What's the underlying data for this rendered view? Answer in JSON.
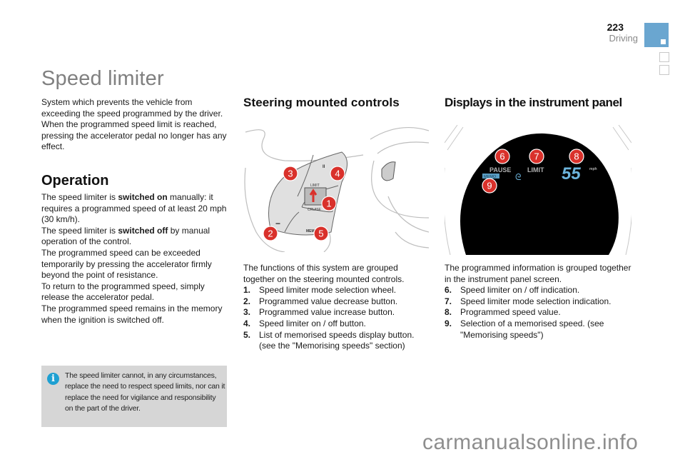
{
  "header": {
    "page_number": "223",
    "section": "Driving",
    "accent_color": "#6aa6d0"
  },
  "title": "Speed limiter",
  "intro": "System which prevents the vehicle from exceeding the speed programmed by the driver. When the programmed speed limit is reached, pressing the accelerator pedal no longer has any effect.",
  "operation": {
    "heading": "Operation",
    "p1_a": "The speed limiter is ",
    "p1_bold": "switched on",
    "p1_b": " manually: it requires a programmed speed of at least 20 mph (30 km/h).",
    "p2_a": "The speed limiter is ",
    "p2_bold": "switched off",
    "p2_b": " by manual operation of the control.",
    "p3": "The programmed speed can be exceeded temporarily by pressing the accelerator firmly beyond the point of resistance.",
    "p4": "To return to the programmed speed, simply release the accelerator pedal.",
    "p5": "The programmed speed remains in the memory when the ignition is switched off."
  },
  "note": {
    "icon": "info-icon",
    "icon_glyph": "i",
    "text": "The speed limiter cannot, in any circumstances, replace the need to respect speed limits, nor can it replace the need for vigilance and responsibility on the part of the driver."
  },
  "steering": {
    "heading": "Steering mounted controls",
    "figure": {
      "callouts": [
        "1",
        "2",
        "3",
        "4",
        "5"
      ],
      "labels": {
        "plus": "+",
        "minus": "−",
        "pause": "II",
        "mem": "MEM",
        "limit": "LIMIT",
        "cruise": "CRUISE"
      }
    },
    "intro": "The functions of this system are grouped together on the steering mounted controls.",
    "items": [
      {
        "num": "1.",
        "text": "Speed limiter mode selection wheel."
      },
      {
        "num": "2.",
        "text": "Programmed value decrease button."
      },
      {
        "num": "3.",
        "text": "Programmed value increase button."
      },
      {
        "num": "4.",
        "text": "Speed limiter on / off button."
      },
      {
        "num": "5.",
        "text": "List of memorised speeds display button. (see the \"Memorising speeds\" section)"
      }
    ]
  },
  "displays": {
    "heading": "Displays in the instrument panel",
    "figure": {
      "callouts": [
        "6",
        "7",
        "8",
        "9"
      ],
      "pause": "PAUSE",
      "memo": "MEMO",
      "limit": "LIMIT",
      "speed": "55",
      "unit": "mph",
      "display_color": "#6cb4dc"
    },
    "intro": "The programmed information is grouped together in the instrument panel screen.",
    "items": [
      {
        "num": "6.",
        "text": "Speed limiter on / off indication."
      },
      {
        "num": "7.",
        "text": "Speed limiter mode selection indication."
      },
      {
        "num": "8.",
        "text": "Programmed speed value."
      },
      {
        "num": "9.",
        "text": "Selection of a memorised speed. (see \"Memorising speeds\")"
      }
    ]
  },
  "watermark": "carmanualsonline.info",
  "colors": {
    "callout": "#d9312b",
    "note_bg": "#d6d6d6"
  }
}
